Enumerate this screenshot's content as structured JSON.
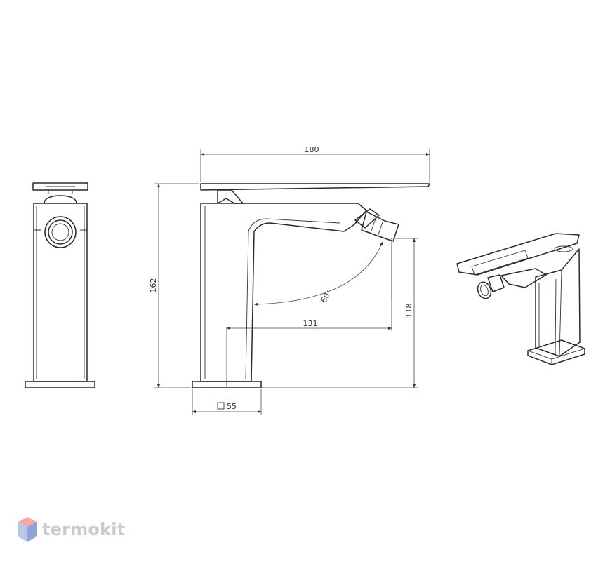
{
  "dimensions": {
    "total_length": "180",
    "total_height": "162",
    "spout_height": "118",
    "spout_reach": "131",
    "spray_angle": "60°",
    "base_size": "55"
  },
  "brand": {
    "name": "termokit",
    "colors": {
      "top": "#f2a7a9",
      "left": "#b8c6e8",
      "right": "#8ea3d8"
    }
  }
}
